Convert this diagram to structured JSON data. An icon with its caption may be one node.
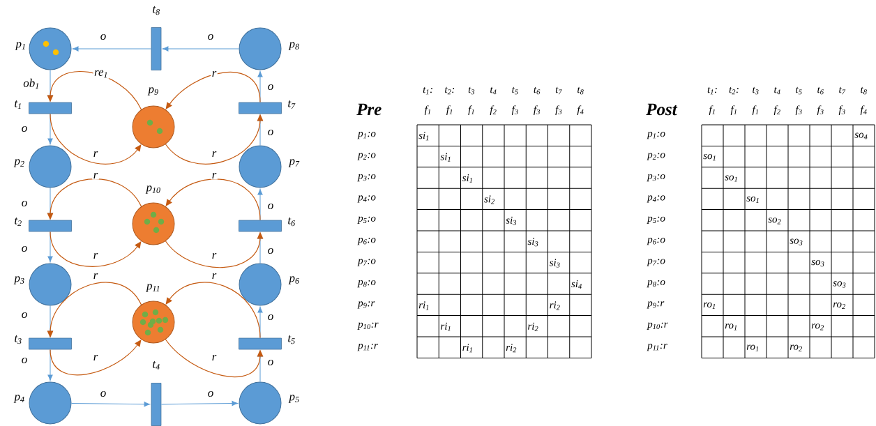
{
  "diagram": {
    "nodes": [
      {
        "text": [],
        "shape": "circle",
        "beside": [
          "p$_{1}$"
        ]
      },
      {
        "text": [],
        "shape": "circle",
        "beside": [
          "p$_{2}$"
        ]
      },
      {
        "text": [],
        "shape": "circle",
        "beside": [
          "p$_{3}$"
        ]
      },
      {
        "text": [],
        "shape": "circle",
        "beside": [
          "p$_{4}$"
        ]
      },
      {
        "text": [],
        "shape": "circle",
        "beside": [
          "p$_{5}$"
        ]
      },
      {
        "text": [],
        "shape": "circle",
        "beside": [
          "p$_{6}$"
        ]
      },
      {
        "text": [],
        "shape": "circle",
        "beside": [
          "p$_{7}$"
        ]
      },
      {
        "text": [],
        "shape": "circle",
        "beside": [
          "p$_{8}$"
        ]
      },
      {
        "text": [],
        "shape": "circle",
        "beside": [
          "p$_{9}$"
        ]
      },
      {
        "text": [],
        "shape": "circle",
        "beside": [
          "p$_{10}$"
        ]
      },
      {
        "text": [],
        "shape": "circle",
        "beside": [
          "p$_{11}$"
        ]
      },
      {
        "text": [],
        "shape": "bar",
        "beside": [
          "t$_{1}$"
        ]
      },
      {
        "text": [],
        "shape": "bar",
        "beside": [
          "t$_{2}$"
        ]
      },
      {
        "text": [],
        "shape": "bar",
        "beside": [
          "t$_{3}$"
        ]
      },
      {
        "text": [],
        "shape": "bar",
        "beside": [
          "t$_{4}$"
        ]
      },
      {
        "text": [],
        "shape": "bar",
        "beside": [
          "t$_{5}$"
        ]
      },
      {
        "text": [],
        "shape": "bar",
        "beside": [
          "t$_{6}$"
        ]
      },
      {
        "text": [],
        "shape": "bar",
        "beside": [
          "t$_{7}$"
        ]
      },
      {
        "text": [],
        "shape": "bar",
        "beside": [
          "t$_{8}$"
        ]
      }
    ],
    "edges": [
      {
        "from": 0,
        "to": 11,
        "arrow": "to",
        "label": "ob$_{1}$"
      },
      {
        "from": 11,
        "to": 1,
        "arrow": "to",
        "label": "o"
      },
      {
        "from": 1,
        "to": 12,
        "arrow": "to",
        "label": "o"
      },
      {
        "from": 12,
        "to": 2,
        "arrow": "to",
        "label": "o"
      },
      {
        "from": 2,
        "to": 13,
        "arrow": "to",
        "label": "o"
      },
      {
        "from": 13,
        "to": 3,
        "arrow": "to",
        "label": "o"
      },
      {
        "from": 3,
        "to": 14,
        "arrow": "to",
        "label": "o"
      },
      {
        "from": 14,
        "to": 4,
        "arrow": "to",
        "label": "o"
      },
      {
        "from": 4,
        "to": 15,
        "arrow": "to",
        "label": "o"
      },
      {
        "from": 15,
        "to": 5,
        "arrow": "to",
        "label": "o"
      },
      {
        "from": 5,
        "to": 16,
        "arrow": "to",
        "label": "o"
      },
      {
        "from": 16,
        "to": 6,
        "arrow": "to",
        "label": "o"
      },
      {
        "from": 6,
        "to": 17,
        "arrow": "to",
        "label": "o"
      },
      {
        "from": 17,
        "to": 7,
        "arrow": "to",
        "label": "o"
      },
      {
        "from": 7,
        "to": 18,
        "arrow": "to",
        "label": "o"
      },
      {
        "from": 18,
        "to": 0,
        "arrow": "to",
        "label": "o"
      },
      {
        "from": 8,
        "to": 11,
        "arrow": "to",
        "label": "re$_{1}$",
        "color": "#c55a11"
      },
      {
        "from": 11,
        "to": 8,
        "arrow": "to",
        "label": "r",
        "color": "#c55a11"
      },
      {
        "from": 17,
        "to": 8,
        "arrow": "to",
        "label": "r",
        "color": "#c55a11"
      },
      {
        "from": 8,
        "to": 17,
        "arrow": "to",
        "label": "r",
        "color": "#c55a11"
      },
      {
        "from": 9,
        "to": 12,
        "arrow": "to",
        "label": "r",
        "color": "#c55a11"
      },
      {
        "from": 12,
        "to": 9,
        "arrow": "to",
        "label": "r",
        "color": "#c55a11"
      },
      {
        "from": 16,
        "to": 9,
        "arrow": "to",
        "label": "r",
        "color": "#c55a11"
      },
      {
        "from": 9,
        "to": 16,
        "arrow": "to",
        "label": "r",
        "color": "#c55a11"
      },
      {
        "from": 10,
        "to": 13,
        "arrow": "to",
        "label": "r",
        "color": "#c55a11"
      },
      {
        "from": 13,
        "to": 10,
        "arrow": "to",
        "label": "r",
        "color": "#c55a11"
      },
      {
        "from": 15,
        "to": 10,
        "arrow": "to",
        "label": "r",
        "color": "#c55a11"
      },
      {
        "from": 10,
        "to": 15,
        "arrow": "to",
        "label": "r",
        "color": "#c55a11"
      }
    ],
    "labels": [
      "t$_{1}$:",
      "t$_{2}$:",
      "t$_{3}$",
      "t$_{4}$",
      "t$_{5}$",
      "t$_{6}$",
      "t$_{7}$",
      "t$_{8}$",
      "Pre",
      "f$_{1}$",
      "f$_{1}$",
      "f$_{1}$",
      "f$_{2}$",
      "f$_{3}$",
      "f$_{3}$",
      "f$_{3}$",
      "f$_{4}$",
      "p$_{1}$:o",
      "si$_{1}$",
      "p$_{2}$:o",
      "si$_{1}$",
      "p$_{3}$:o",
      "si$_{1}$",
      "p$_{4}$:o",
      "si$_{2}$",
      "p$_{5}$:o",
      "si$_{3}$",
      "p$_{6}$:o",
      "si$_{3}$",
      "p$_{7}$:o",
      "si$_{3}$",
      "p$_{8}$:o",
      "si$_{4}$",
      "p$_{9}$:r",
      "ri$_{1}$",
      "ri$_{2}$",
      "p$_{10}$:r",
      "ri$_{1}$",
      "ri$_{2}$",
      "p$_{11}$:r",
      "ri$_{1}$",
      "ri$_{2}$",
      "t$_{1}$:",
      "t$_{2}$:",
      "t$_{3}$",
      "t$_{4}$",
      "t$_{5}$",
      "t$_{6}$",
      "t$_{7}$",
      "t$_{8}$",
      "Post",
      "f$_{1}$",
      "f$_{1}$",
      "f$_{1}$",
      "f$_{2}$",
      "f$_{3}$",
      "f$_{3}$",
      "f$_{3}$",
      "f$_{4}$",
      "p$_{1}$:o",
      "so$_{4}$",
      "p$_{2}$:o",
      "so$_{1}$",
      "p$_{3}$:o",
      "so$_{1}$",
      "p$_{4}$:o",
      "so$_{1}$",
      "p$_{5}$:o",
      "so$_{2}$",
      "p$_{6}$:o",
      "so$_{3}$",
      "p$_{7}$:o",
      "so$_{3}$",
      "p$_{8}$:o",
      "so$_{3}$",
      "p$_{9}$:r",
      "ro$_{1}$",
      "ro$_{2}$",
      "p$_{10}$:r",
      "ro$_{1}$",
      "ro$_{2}$",
      "p$_{11}$:r",
      "ro$_{1}$",
      "ro$_{2}$"
    ]
  }
}
